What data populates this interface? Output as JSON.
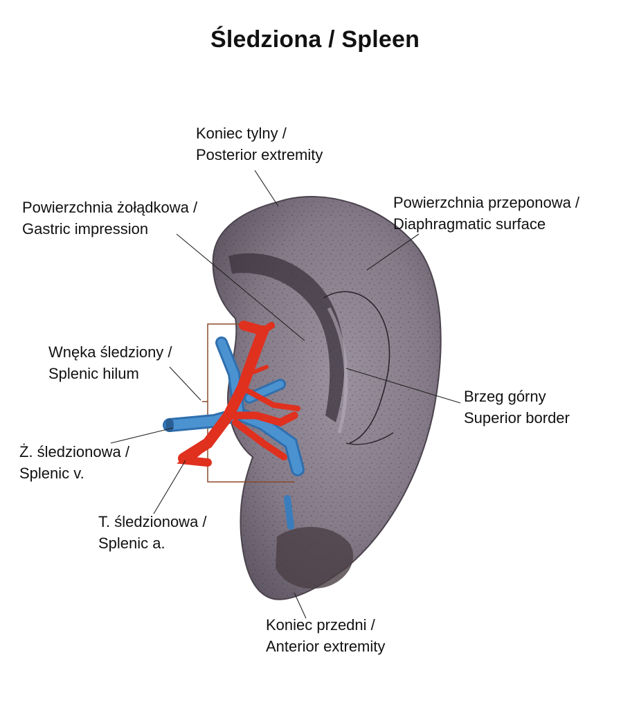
{
  "title": "Śledziona / Spleen",
  "labels": {
    "posterior": {
      "pl": "Koniec tylny /",
      "en": "Posterior extremity"
    },
    "gastric": {
      "pl": "Powierzchnia żołądkowa /",
      "en": "Gastric impression"
    },
    "diaphragmatic": {
      "pl": "Powierzchnia przeponowa /",
      "en": "Diaphragmatic surface"
    },
    "hilum": {
      "pl": "Wnęka śledziony /",
      "en": "Splenic hilum"
    },
    "superior_border": {
      "pl": "Brzeg górny",
      "en": "Superior border"
    },
    "splenic_vein": {
      "pl": "Ż. śledzionowa /",
      "en": "Splenic v."
    },
    "splenic_artery": {
      "pl": "T. śledzionowa /",
      "en": "Splenic a."
    },
    "anterior": {
      "pl": "Koniec przedni /",
      "en": "Anterior extremity"
    }
  },
  "colors": {
    "spleen": "#8a7f8c",
    "spleen_dark": "#4f4650",
    "artery": "#e0301e",
    "vein": "#3f86c6",
    "bracket": "#8b4a2a",
    "leader": "#222222"
  }
}
